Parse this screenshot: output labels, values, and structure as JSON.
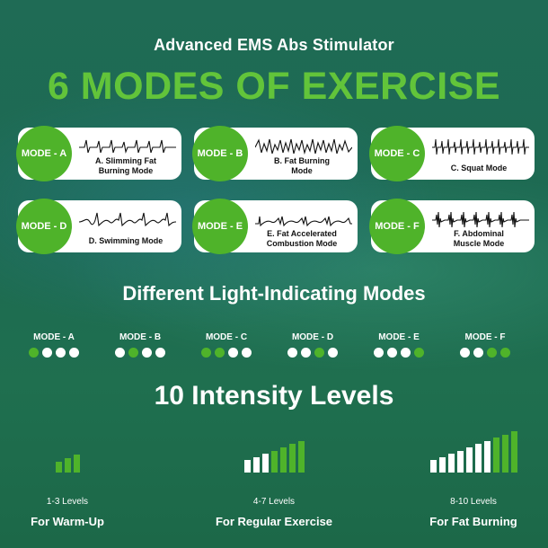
{
  "header": {
    "subtitle": "Advanced EMS Abs Stimulator",
    "headline": "6 MODES OF EXERCISE"
  },
  "colors": {
    "accent": "#4fb32a",
    "headline": "#62c43a",
    "background": "#1f6b55"
  },
  "modes": [
    {
      "badge": "MODE - A",
      "line1": "A. Slimming Fat",
      "line2": "Burning Mode"
    },
    {
      "badge": "MODE - B",
      "line1": "B. Fat Burning",
      "line2": "Mode"
    },
    {
      "badge": "MODE - C",
      "line1": "C. Squat Mode",
      "line2": ""
    },
    {
      "badge": "MODE - D",
      "line1": "D. Swimming Mode",
      "line2": ""
    },
    {
      "badge": "MODE - E",
      "line1": "E. Fat Accelerated",
      "line2": "Combustion Mode"
    },
    {
      "badge": "MODE - F",
      "line1": "F. Abdominal",
      "line2": "Muscle Mode"
    }
  ],
  "lights": {
    "title": "Different Light-Indicating Modes",
    "groups": [
      {
        "label": "MODE - A",
        "on": [
          true,
          false,
          false,
          false
        ]
      },
      {
        "label": "MODE - B",
        "on": [
          false,
          true,
          false,
          false
        ]
      },
      {
        "label": "MODE - C",
        "on": [
          true,
          true,
          false,
          false
        ]
      },
      {
        "label": "MODE - D",
        "on": [
          false,
          false,
          true,
          false
        ]
      },
      {
        "label": "MODE - E",
        "on": [
          false,
          false,
          false,
          true
        ]
      },
      {
        "label": "MODE - F",
        "on": [
          false,
          false,
          true,
          true
        ]
      }
    ]
  },
  "intensity": {
    "title": "10 Intensity Levels",
    "groups": [
      {
        "range": "1-3 Levels",
        "use": "For Warm-Up",
        "active_from": 1,
        "active_to": 3,
        "count": 3
      },
      {
        "range": "4-7 Levels",
        "use": "For Regular Exercise",
        "active_from": 4,
        "active_to": 7,
        "count": 7
      },
      {
        "range": "8-10 Levels",
        "use": "For Fat Burning",
        "active_from": 8,
        "active_to": 10,
        "count": 10
      }
    ]
  }
}
